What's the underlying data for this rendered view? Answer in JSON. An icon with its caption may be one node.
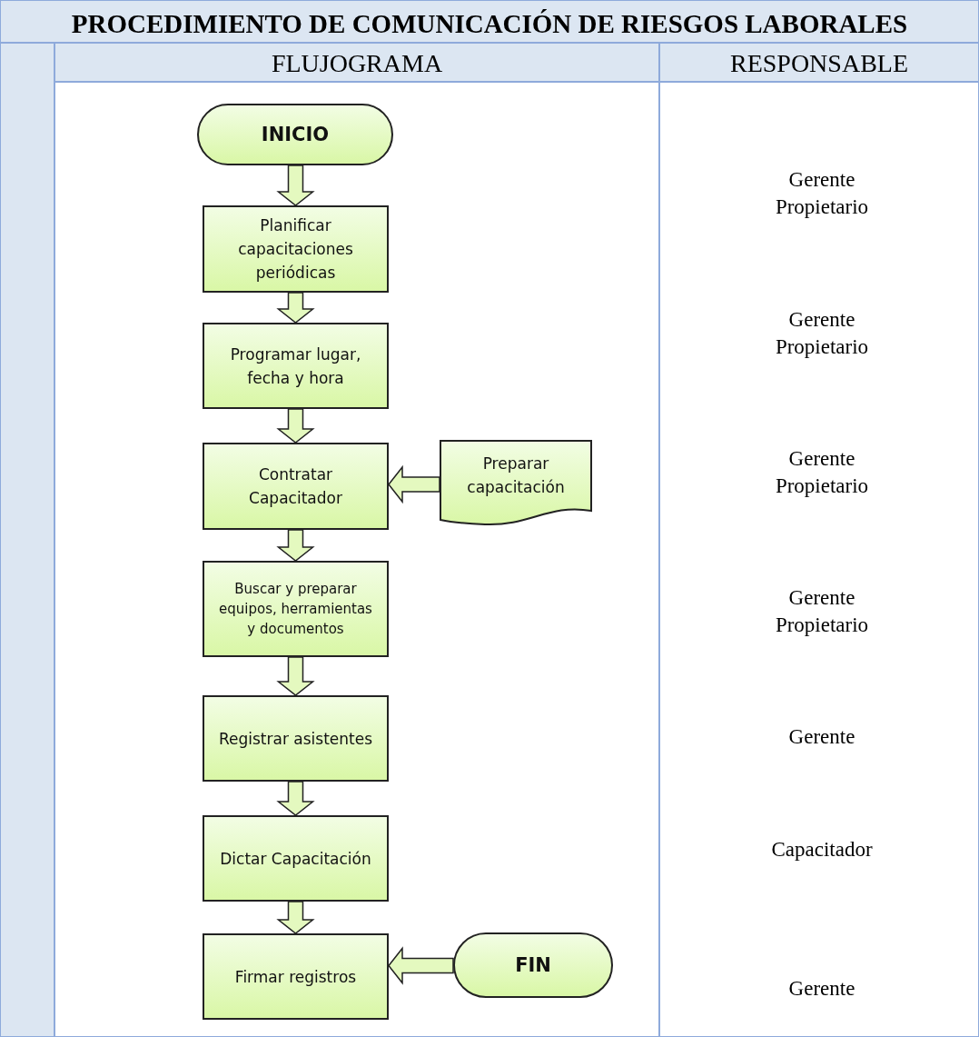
{
  "diagram": {
    "title": "PROCEDIMIENTO DE COMUNICACIÓN DE RIESGOS LABORALES",
    "nodes": [
      {
        "text": [
          "INICIO"
        ]
      },
      {
        "text": [
          "Planificar capacitaciones periódicas"
        ]
      },
      {
        "text": [
          "Programar lugar, fecha y hora"
        ]
      },
      {
        "text": [
          "Contratar Capacitador"
        ]
      },
      {
        "text": [
          "Preparar capacitación"
        ]
      },
      {
        "text": [
          "Buscar y preparar equipos, herramientas y documentos"
        ]
      },
      {
        "text": [
          "Registrar asistentes"
        ]
      },
      {
        "text": [
          "Dictar Capacitación"
        ]
      },
      {
        "text": [
          "Firmar registros"
        ]
      },
      {
        "text": [
          "FIN"
        ]
      }
    ],
    "edges": [
      {
        "from": 0,
        "to": 1,
        "arrow": "to"
      },
      {
        "from": 1,
        "to": 2,
        "arrow": "to"
      },
      {
        "from": 2,
        "to": 3,
        "arrow": "to"
      },
      {
        "from": 4,
        "to": 3,
        "arrow": "to"
      },
      {
        "from": 3,
        "to": 5,
        "arrow": "to"
      },
      {
        "from": 5,
        "to": 6,
        "arrow": "to"
      },
      {
        "from": 6,
        "to": 7,
        "arrow": "to"
      },
      {
        "from": 7,
        "to": 8,
        "arrow": "to"
      },
      {
        "from": 9,
        "to": 8,
        "arrow": "to"
      }
    ],
    "labels": [
      "FLUJOGRAMA",
      "RESPONSABLE",
      "Gerente Propietario",
      "Gerente Propietario",
      "Gerente Propietario",
      "Gerente Propietario",
      "Gerente",
      "Capacitador",
      "Gerente"
    ]
  }
}
